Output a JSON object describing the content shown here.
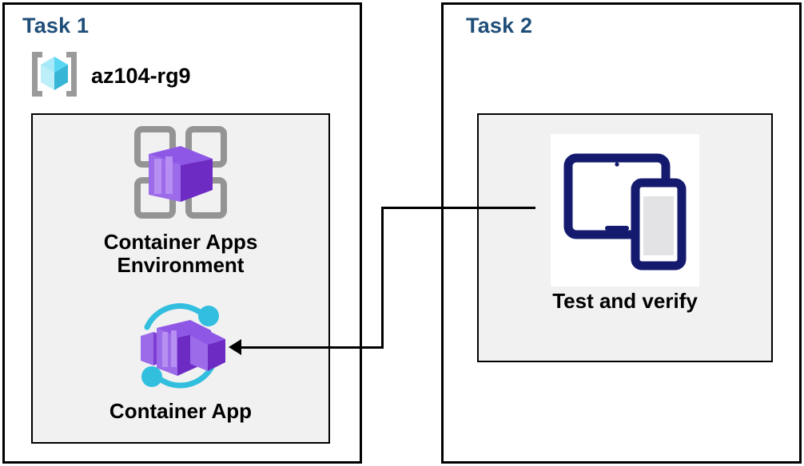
{
  "diagram": {
    "type": "architecture-flow",
    "background": "#ffffff",
    "title_color": "#1F4E79",
    "panel_border_color": "#000000",
    "inner_box_fill": "#F1F1F1",
    "connector_color": "#000000"
  },
  "task1": {
    "title": "Task 1",
    "resource_group": {
      "icon": "resource-group-icon",
      "label": "az104-rg9",
      "icon_colors": {
        "bracket": "#949494",
        "cube_light": "#A6E9F8",
        "cube_mid": "#50D2EF",
        "cube_dark": "#36B5D6"
      }
    },
    "nodes": [
      {
        "id": "container-apps-environment",
        "icon": "container-apps-environment-icon",
        "caption": "Container Apps\nEnvironment",
        "icon_colors": {
          "grid": "#949494",
          "box_light": "#A87BE8",
          "box_mid": "#8B4FE0",
          "box_dark": "#6E2BC4"
        }
      },
      {
        "id": "container-app",
        "icon": "container-app-icon",
        "caption": "Container App",
        "icon_colors": {
          "ring": "#32BEDE",
          "box_light": "#A87BE8",
          "box_mid": "#8B4FE0",
          "box_dark": "#6E2BC4"
        }
      }
    ]
  },
  "task2": {
    "title": "Task 2",
    "nodes": [
      {
        "id": "test-and-verify",
        "icon": "test-and-verify-devices-icon",
        "caption": "Test and verify",
        "icon_colors": {
          "device": "#141A6E",
          "screen": "#ffffff",
          "phone_screen": "#E3E3E6",
          "backdrop": "#ffffff"
        }
      }
    ]
  },
  "connector": {
    "from": "test-and-verify",
    "to": "container-app",
    "style": "orthogonal-arrow",
    "arrowhead": "left"
  }
}
